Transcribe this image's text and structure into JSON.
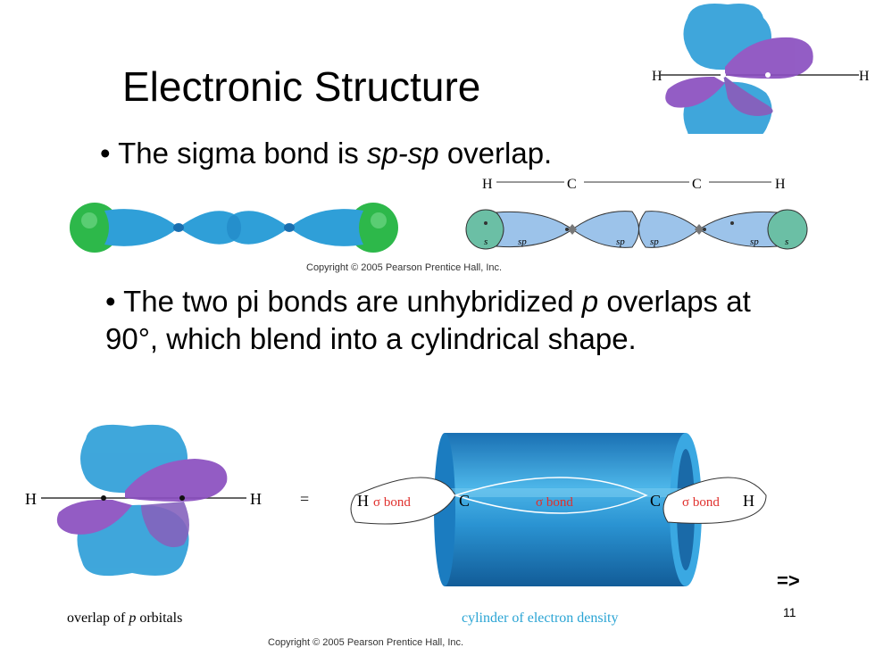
{
  "slide": {
    "title": "Electronic Structure",
    "bullet1": {
      "bullet": "•",
      "pre": "The sigma bond is ",
      "term": "sp-sp",
      "post": " overlap."
    },
    "bullet2": {
      "bullet": "•",
      "pre": "The two pi bonds are unhybridized ",
      "term": "p",
      "post": " overlaps at 90°, which blend into a cylindrical shape."
    },
    "copyright_top": "Copyright © 2005 Pearson Prentice Hall, Inc.",
    "copyright_bottom": "Copyright © 2005 Pearson Prentice Hall, Inc.",
    "next_arrow": "=>",
    "slide_number": "11"
  },
  "figures": {
    "top_right": {
      "left_atom": "H",
      "right_atom": "H"
    },
    "sigma_schematic": {
      "atoms": [
        "H",
        "C",
        "C",
        "H"
      ],
      "orbitals": [
        "s",
        "sp",
        "sp",
        "sp",
        "sp",
        "s"
      ]
    },
    "bottom_left": {
      "left_atom": "H",
      "right_atom": "H",
      "equals": "=",
      "caption_prefix": "overlap of ",
      "caption_italic": "p",
      "caption_suffix": " orbitals"
    },
    "cylinder": {
      "left_h": "H",
      "left_sigma": "σ bond",
      "c1": "C",
      "middle_sigma": "σ bond",
      "c2": "C",
      "right_sigma": "σ bond",
      "right_h": "H",
      "caption": "cylinder of electron density"
    }
  },
  "colors": {
    "orbital_blue": "#2f9fd8",
    "orbital_purple": "#8a4fc0",
    "sphere_green": "#2db84a",
    "schematic_blue": "#9cc3ea",
    "schematic_teal": "#6bbfa5",
    "sigma_red": "#e0302d",
    "caption_cyan": "#2aa4d4"
  }
}
